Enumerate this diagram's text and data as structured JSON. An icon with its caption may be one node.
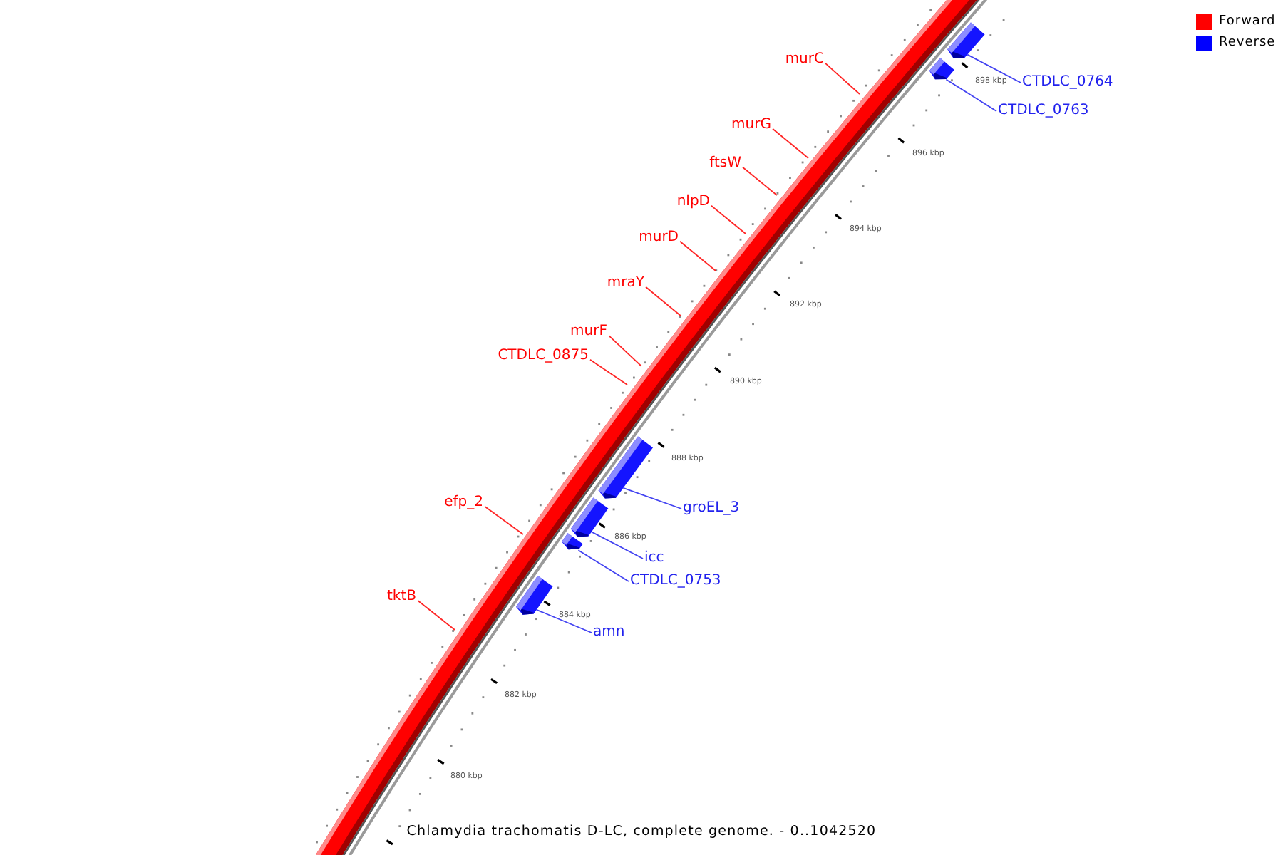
{
  "diagram": {
    "caption": "Chlamydia trachomatis D-LC, complete genome. - 0..1042520",
    "nodes": [
      {
        "text": [
          "murC"
        ]
      },
      {
        "text": [
          "CTDLC_0764"
        ]
      },
      {
        "text": [
          "CTDLC_0763"
        ]
      },
      {
        "text": [
          "murG"
        ]
      },
      {
        "text": [
          "ftsW"
        ]
      },
      {
        "text": [
          "nlpD"
        ]
      },
      {
        "text": [
          "murD"
        ]
      },
      {
        "text": [
          "mraY"
        ]
      },
      {
        "text": [
          "murF"
        ]
      },
      {
        "text": [
          "CTDLC_0875"
        ]
      },
      {
        "text": [
          "efp_2"
        ]
      },
      {
        "text": [
          "groEL_3"
        ]
      },
      {
        "text": [
          "icc"
        ]
      },
      {
        "text": [
          "CTDLC_0753"
        ]
      },
      {
        "text": [
          "tktB"
        ]
      },
      {
        "text": [
          "amn"
        ]
      },
      {
        "text": [],
        "shape": "bar"
      },
      {
        "text": [],
        "shape": "bar"
      },
      {
        "text": [],
        "shape": "bar"
      },
      {
        "text": [],
        "shape": "bar"
      },
      {
        "text": [],
        "shape": "bar"
      },
      {
        "text": [],
        "shape": "bar"
      }
    ],
    "edges": [
      {
        "from": 0,
        "to": null,
        "arrow": "none"
      },
      {
        "from": 1,
        "to": 16,
        "arrow": "none",
        "color": "#2222ee"
      },
      {
        "from": 2,
        "to": 17,
        "arrow": "none",
        "color": "#2222ee"
      },
      {
        "from": 3,
        "to": null,
        "arrow": "none"
      },
      {
        "from": 4,
        "to": null,
        "arrow": "none"
      },
      {
        "from": 5,
        "to": null,
        "arrow": "none"
      },
      {
        "from": 6,
        "to": null,
        "arrow": "none"
      },
      {
        "from": 7,
        "to": null,
        "arrow": "none"
      },
      {
        "from": 8,
        "to": null,
        "arrow": "none"
      },
      {
        "from": 9,
        "to": null,
        "arrow": "none"
      },
      {
        "from": 10,
        "to": null,
        "arrow": "none"
      },
      {
        "from": 11,
        "to": 18,
        "arrow": "none",
        "color": "#2222ee"
      },
      {
        "from": 12,
        "to": 19,
        "arrow": "none",
        "color": "#2222ee"
      },
      {
        "from": 13,
        "to": 20,
        "arrow": "none",
        "color": "#2222ee"
      },
      {
        "from": 14,
        "to": null,
        "arrow": "none"
      },
      {
        "from": 15,
        "to": 21,
        "arrow": "none",
        "color": "#2222ee"
      }
    ],
    "labels": [
      "898 kbp",
      "896 kbp",
      "894 kbp",
      "892 kbp",
      "890 kbp",
      "888 kbp",
      "886 kbp",
      "884 kbp",
      "882 kbp",
      "880 kbp"
    ],
    "legend": [
      {
        "text": "Forward",
        "color": "#ff0000"
      },
      {
        "text": "Reverse",
        "color": "#0000ff"
      }
    ]
  }
}
